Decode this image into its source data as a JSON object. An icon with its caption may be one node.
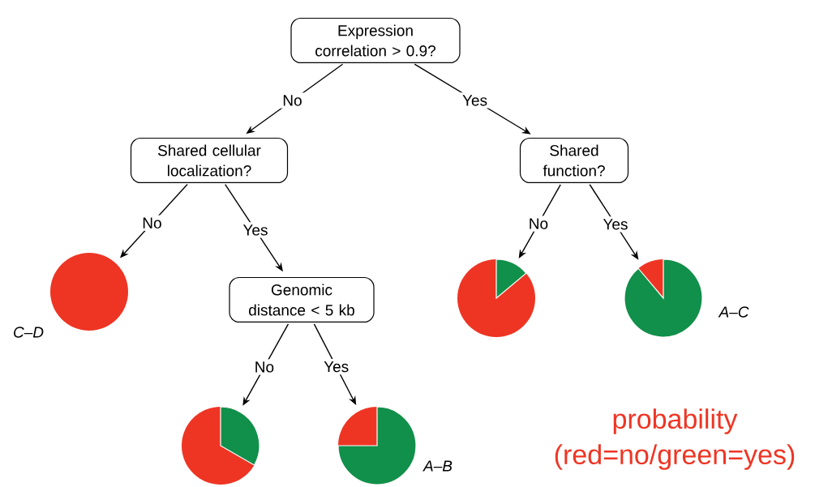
{
  "diagram": {
    "nodes": [
      {
        "text": [
          "Expression correlation > 0.9?"
        ]
      },
      {
        "text": [
          "Shared cellular localization?"
        ]
      },
      {
        "text": [
          "Shared function?"
        ]
      },
      {
        "text": [],
        "shape": "circle",
        "beside": [
          "C–D"
        ]
      },
      {
        "text": [
          "Genomic distance < 5 kb"
        ]
      },
      {
        "text": [],
        "shape": "circle"
      },
      {
        "text": [],
        "shape": "circle",
        "beside": [
          "A–C"
        ]
      },
      {
        "text": [],
        "shape": "circle"
      },
      {
        "text": [],
        "shape": "circle",
        "beside": [
          "A–B"
        ]
      }
    ],
    "edges": [
      {
        "from": 0,
        "to": 1,
        "arrow": "to",
        "label": "No"
      },
      {
        "from": 0,
        "to": 2,
        "arrow": "to",
        "label": "Yes"
      },
      {
        "from": 1,
        "to": 3,
        "arrow": "to",
        "label": "No"
      },
      {
        "from": 1,
        "to": 4,
        "arrow": "to",
        "label": "Yes"
      },
      {
        "from": 2,
        "to": 5,
        "arrow": "to",
        "label": "No"
      },
      {
        "from": 2,
        "to": 6,
        "arrow": "to",
        "label": "Yes"
      },
      {
        "from": 4,
        "to": 7,
        "arrow": "to",
        "label": "No"
      },
      {
        "from": 4,
        "to": 8,
        "arrow": "to",
        "label": "Yes"
      }
    ],
    "labels": [
      "probability (red=no/green=yes)"
    ]
  }
}
